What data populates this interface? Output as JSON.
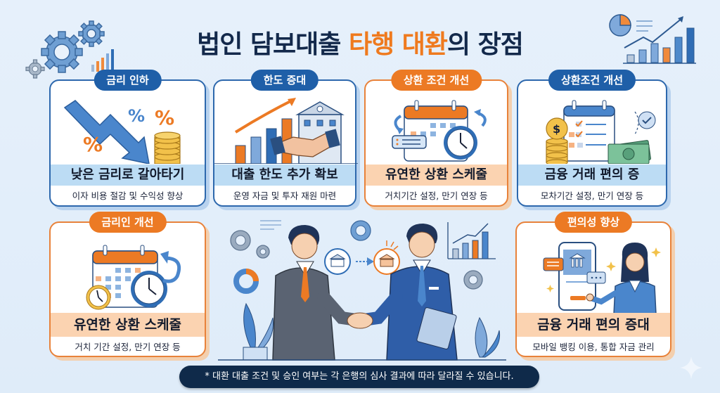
{
  "title": {
    "part1": "법인 담보대출 ",
    "accent": "타행 대환",
    "part2": "의 장점"
  },
  "colors": {
    "navy": "#13294b",
    "accent_orange": "#ef7a1e",
    "blue": "#1f5fa8",
    "light_blue_band": "#bcdcf4",
    "light_orange_band": "#fbd3b1",
    "background": "#e3eefa"
  },
  "cards": [
    {
      "badge": "금리 인하",
      "headline": "낮은 금리로 갈아타기",
      "sub": "이자 비용 절감 및 수익성 향상",
      "icon": "falling-rate-coins-icon",
      "theme": "blue"
    },
    {
      "badge": "한도 증대",
      "headline": "대출 한도 추가 확보",
      "sub": "운영 자금 및 투자 재원 마련",
      "icon": "growth-bank-handshake-icon",
      "theme": "blue"
    },
    {
      "badge": "상환 조건 개선",
      "headline": "유연한 상환 스케줄",
      "sub": "거치기간 설정, 만기 연장 등",
      "icon": "calendar-clock-icon",
      "theme": "orange"
    },
    {
      "badge": "상환조건 개선",
      "headline": "금융 거래 편의 증",
      "sub": "모차기간 설정, 만기 연장 등",
      "icon": "checklist-money-icon",
      "theme": "blue"
    },
    {
      "badge": "금리인 개선",
      "headline": "유연한 상환 스케줄",
      "sub": "거치 기간 설정, 만기 연장 등",
      "icon": "calendar-clocks-icon",
      "theme": "orange"
    },
    {
      "badge": "편의성 향상",
      "headline": "금융 거래 편의 증대",
      "sub": "모바일 뱅킹 이용, 통합 자금 관리",
      "icon": "mobile-banking-agent-icon",
      "theme": "orange"
    }
  ],
  "center_illustration": {
    "description": "handshake-bank-transfer",
    "symbols": [
      "percent",
      "%"
    ]
  },
  "footer": {
    "note": "* 대환 대출 조건 및 승인 여부는 각 은행의 심사 결과에 따라 달라질 수 있습니다."
  },
  "percent_symbol": "%",
  "dollar_symbol": "$"
}
